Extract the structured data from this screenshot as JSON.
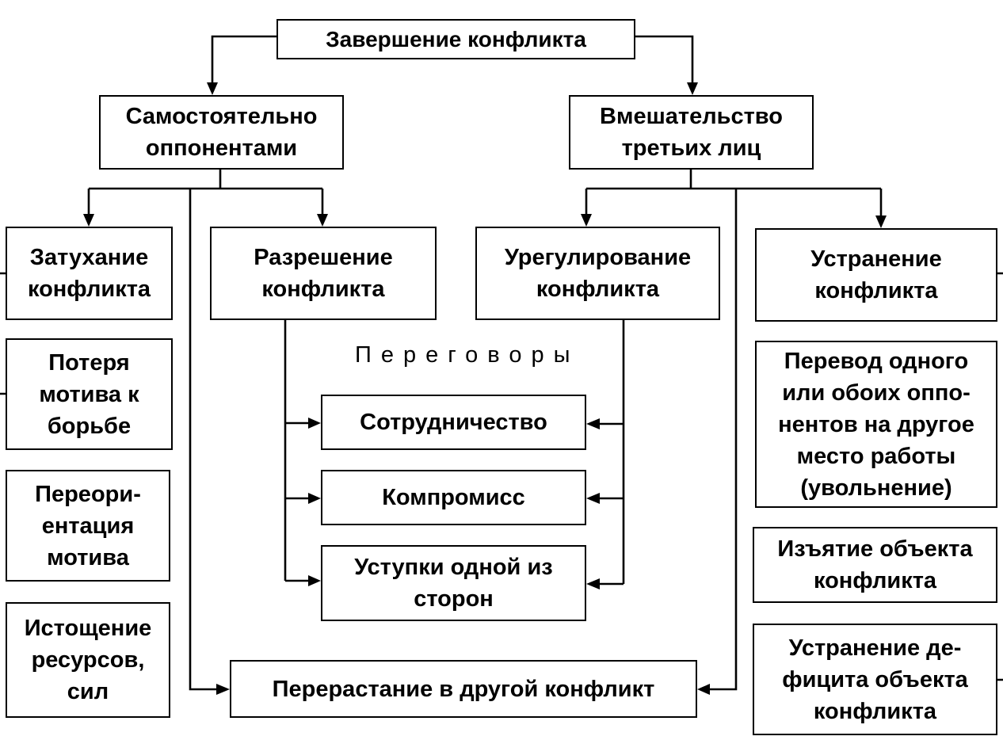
{
  "diagram": {
    "root": "Завершение конфликта",
    "self": "Самостоятельно\nоппонентами",
    "third": "Вмешательство\nтретьих лиц",
    "fading": "Затухание\nконфликта",
    "resolution": "Разрешение\nконфликта",
    "settlement": "Урегулирование\nконфликта",
    "elimination": "Устранение\nконфликта",
    "negotiations_label": "Переговоры",
    "cooperation": "Сотрудничество",
    "compromise": "Компромисс",
    "concessions": "Уступки одной из\nсторон",
    "escalation": "Перерастание в другой конфликт",
    "loss_motive": "Потеря\nмотива к\nборьбе",
    "reorientation": "Переори-\nентация\nмотива",
    "exhaustion": "Истощение\nресурсов,\nсил",
    "transfer": "Перевод одного\nили обоих оппо-\nнентов на другое\nместо работы\n(увольнение)",
    "object_removal": "Изъятие объекта\nконфликта",
    "deficit_removal": "Устранение де-\nфицита объекта\nконфликта"
  }
}
